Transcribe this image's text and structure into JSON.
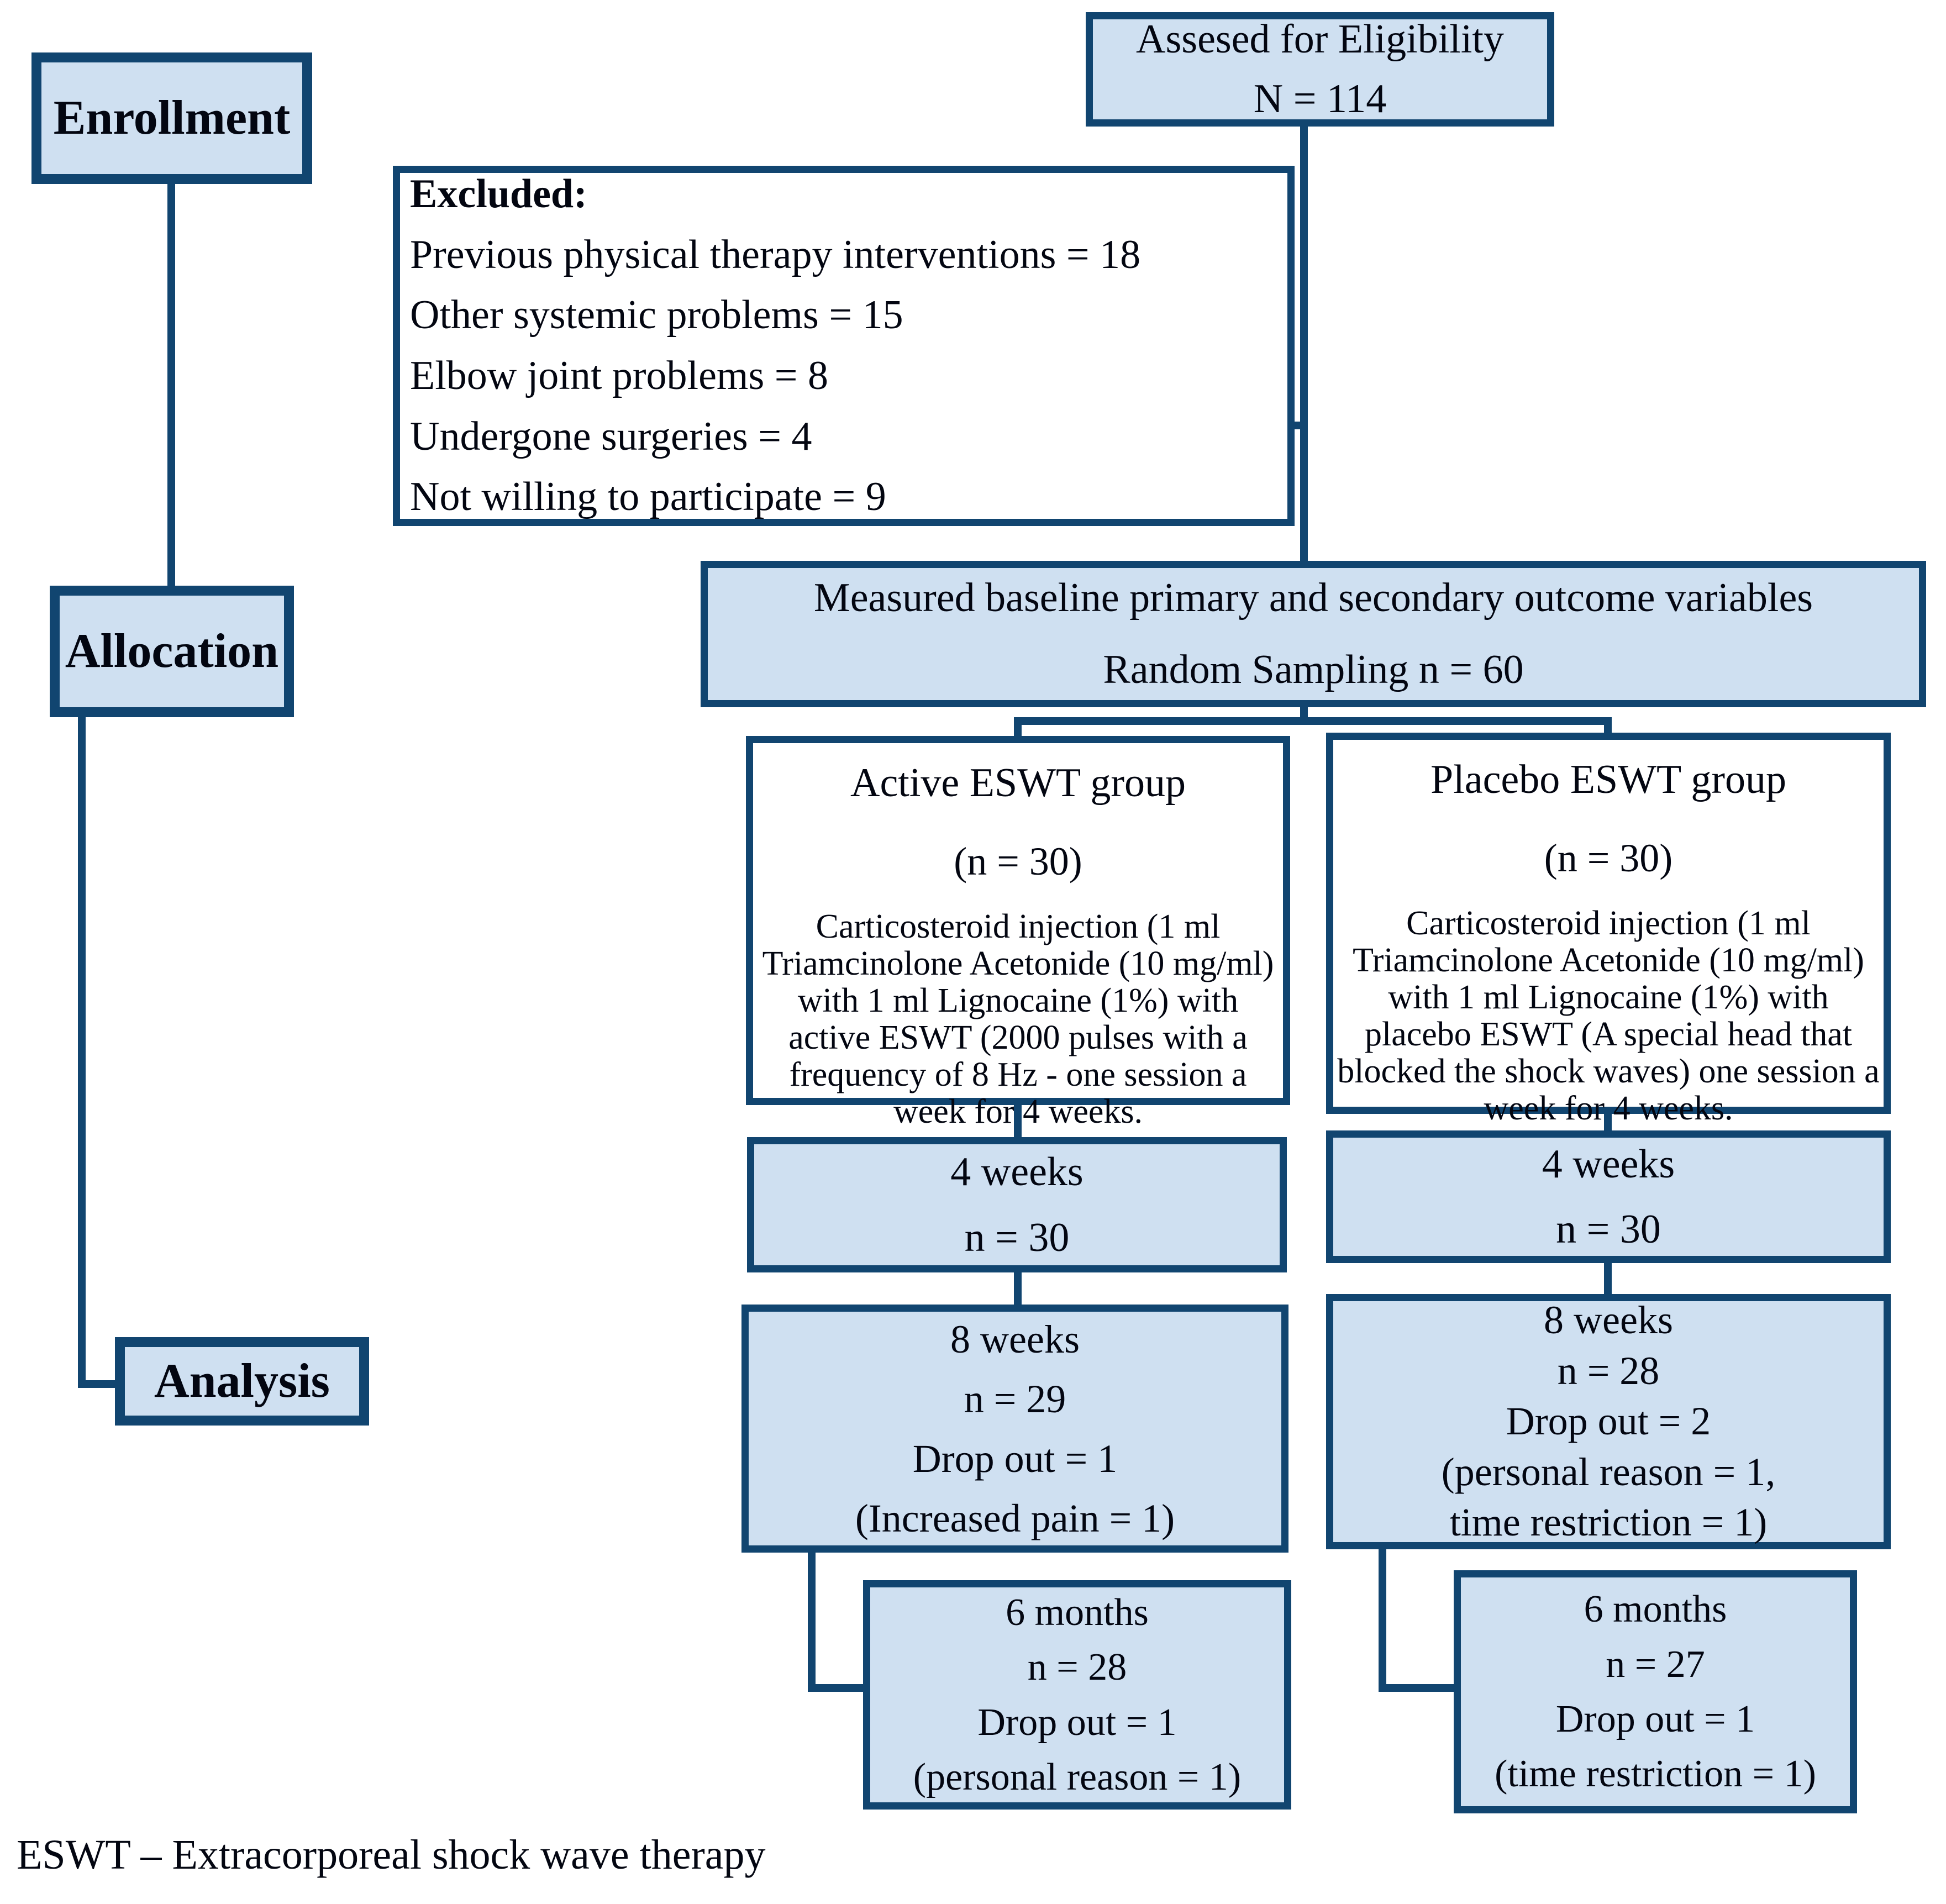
{
  "diagram": {
    "stages": {
      "enrollment": "Enrollment",
      "allocation": "Allocation",
      "analysis": "Analysis"
    },
    "boxes": {
      "assessed": {
        "lines": [
          "Assesed for Eligibility",
          "N = 114"
        ]
      },
      "excluded": {
        "title": "Excluded:",
        "items": [
          "Previous physical therapy interventions = 18",
          "Other systemic problems = 15",
          "Elbow joint problems = 8",
          "Undergone surgeries = 4",
          "Not willing to participate = 9"
        ]
      },
      "measured": {
        "lines": [
          "Measured baseline primary and secondary outcome variables",
          "Random Sampling n = 60"
        ]
      },
      "active_group": {
        "title": "Active ESWT group",
        "n": "(n = 30)",
        "body": "Carticosteroid injection (1 ml Triamcinolone Acetonide (10 mg/ml) with 1 ml Lignocaine (1%) with active ESWT (2000 pulses with a frequency of 8 Hz - one session a week for 4 weeks."
      },
      "placebo_group": {
        "title": "Placebo ESWT group",
        "n": "(n = 30)",
        "body": "Carticosteroid injection (1 ml Triamcinolone Acetonide (10 mg/ml) with 1 ml Lignocaine (1%) with placebo ESWT (A special head that blocked the shock waves) one session a week for 4 weeks."
      },
      "active_4w": {
        "lines": [
          "4 weeks",
          "n = 30"
        ]
      },
      "placebo_4w": {
        "lines": [
          "4 weeks",
          "n = 30"
        ]
      },
      "active_8w": {
        "lines": [
          "8 weeks",
          "n = 29",
          "Drop out = 1",
          "(Increased pain = 1)"
        ]
      },
      "placebo_8w": {
        "lines": [
          "8 weeks",
          "n = 28",
          "Drop out = 2",
          "(personal reason = 1,",
          "time restriction = 1)"
        ]
      },
      "active_6m": {
        "lines": [
          "6 months",
          "n = 28",
          "Drop out = 1",
          "(personal reason = 1)"
        ]
      },
      "placebo_6m": {
        "lines": [
          "6 months",
          "n = 27",
          "Drop out = 1",
          "(time restriction = 1)"
        ]
      }
    },
    "footer": "ESWT – Extracorporeal shock wave therapy",
    "colors": {
      "border": "#114570",
      "fill": "#cfe0f1",
      "white": "#ffffff",
      "text": "#030611"
    }
  }
}
